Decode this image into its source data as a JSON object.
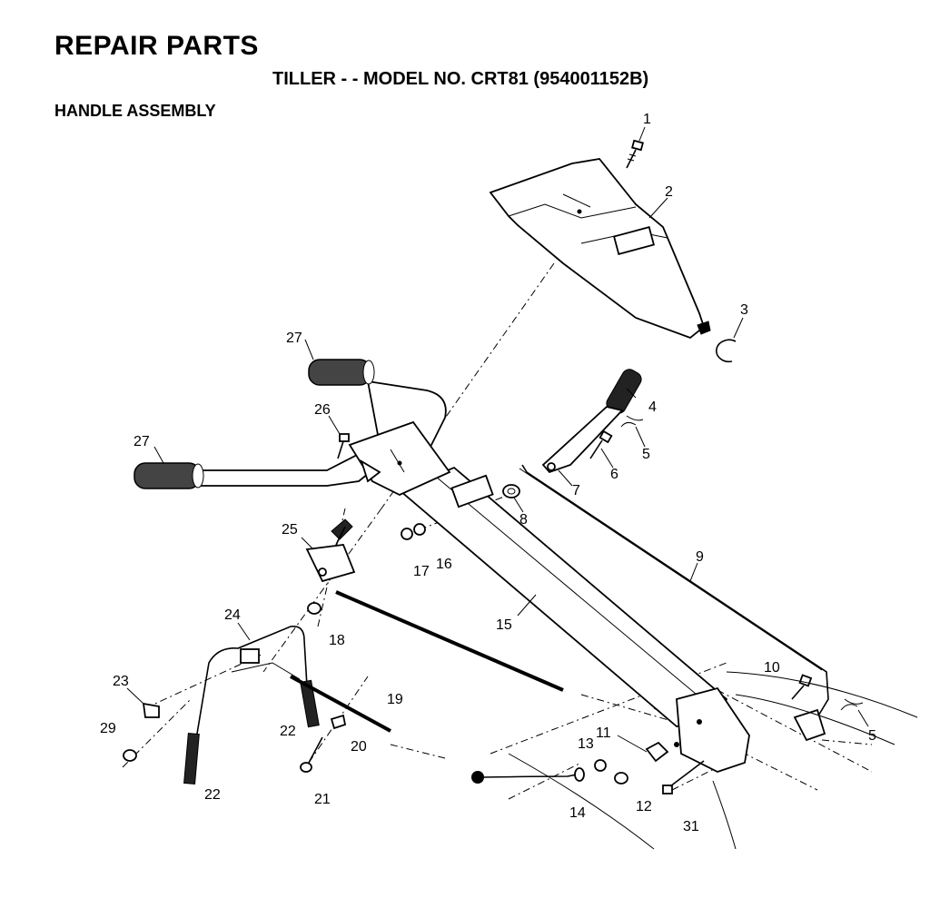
{
  "header": {
    "title": "REPAIR PARTS",
    "subtitle": "TILLER - - MODEL NO. CRT81 (954001152B)",
    "section": "HANDLE ASSEMBLY"
  },
  "callouts": {
    "c1": "1",
    "c2": "2",
    "c3": "3",
    "c4": "4",
    "c5a": "5",
    "c5b": "5",
    "c6": "6",
    "c7": "7",
    "c8": "8",
    "c9": "9",
    "c10": "10",
    "c11": "11",
    "c12": "12",
    "c13": "13",
    "c14": "14",
    "c15": "15",
    "c16": "16",
    "c17": "17",
    "c18": "18",
    "c19": "19",
    "c20": "20",
    "c21": "21",
    "c22a": "22",
    "c22b": "22",
    "c23": "23",
    "c24": "24",
    "c25": "25",
    "c26": "26",
    "c27a": "27",
    "c27b": "27",
    "c29": "29",
    "c31": "31"
  }
}
